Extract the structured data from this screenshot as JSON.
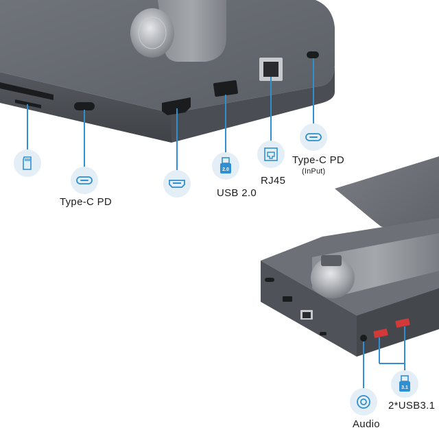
{
  "labels": {
    "type_c_pd": "Type-C PD",
    "usb2": "USB 2.0",
    "rj45": "RJ45",
    "type_c_pd_input_line1": "Type-C PD",
    "type_c_pd_input_line2": "(InPut)",
    "audio": "Audio",
    "usb31": "2*USB3.1"
  },
  "icon_text": {
    "usb2_badge": "2.0",
    "usb31_badge": "3.1"
  },
  "colors": {
    "device_gray": "#5b5f66",
    "badge_bg": "#e4eef6",
    "icon_blue": "#2f8fd0",
    "usb3_port_red": "#d23a3a"
  }
}
